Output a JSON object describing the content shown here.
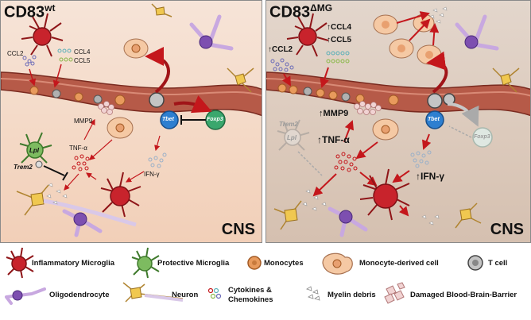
{
  "left_panel": {
    "title_main": "CD83",
    "title_sup": "wt",
    "region": "CNS",
    "labels": {
      "ccl2": "CCL2",
      "ccl4": "CCL4",
      "ccl5": "CCL5",
      "mmp9": "MMP9",
      "tnfa": "TNF-α",
      "ifng": "IFN-γ",
      "lpl": "Lpl",
      "trem2": "Trem2",
      "tbet": "Tbet",
      "foxp3": "Foxp3"
    }
  },
  "right_panel": {
    "title_main": "CD83",
    "title_sup": "ΔMG",
    "region": "CNS",
    "labels": {
      "ccl2": "↑CCL2",
      "ccl4": "↑CCL4",
      "ccl5": "↑CCL5",
      "mmp9": "↑MMP9",
      "tnfa": "↑TNF-α",
      "ifng": "↑IFN-γ",
      "lpl": "Lpl",
      "trem2": "Trem2",
      "tbet": "Tbet",
      "foxp3": "Foxp3"
    }
  },
  "legend": [
    {
      "icon": "inflammatory-microglia-icon",
      "label": "Inflammatory Microglia"
    },
    {
      "icon": "protective-microglia-icon",
      "label": "Protective Microglia"
    },
    {
      "icon": "monocyte-icon",
      "label": "Monocytes"
    },
    {
      "icon": "monocyte-derived-cell-icon",
      "label": "Monocyte-derived cell"
    },
    {
      "icon": "t-cell-icon",
      "label": "T cell"
    },
    {
      "icon": "oligodendrocyte-icon",
      "label": "Oligodendrocyte"
    },
    {
      "icon": "neuron-icon",
      "label": "Neuron"
    },
    {
      "icon": "cytokines-icon",
      "label": "Cytokines & Chemokines"
    },
    {
      "icon": "myelin-debris-icon",
      "label": "Myelin debris"
    },
    {
      "icon": "damaged-bbb-icon",
      "label": "Damaged Blood-Brain-Barrier"
    }
  ],
  "colors": {
    "inflammatory": "#c8232c",
    "protective": "#6aa84f",
    "monocyte": "#e89a5c",
    "mdc": "#f5c9a4",
    "tcell": "#9a9a9a",
    "vessel": "#b04a3c",
    "tbet": "#2e7fd0",
    "foxp3": "#3aa76d",
    "oligo": "#7d4fb0",
    "neuron": "#d8a326",
    "arrow": "#c4171c"
  }
}
